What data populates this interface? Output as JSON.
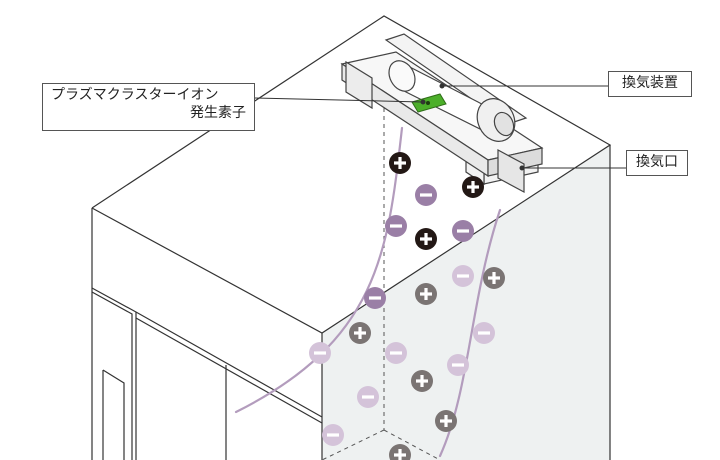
{
  "labels": {
    "plasma_line1": "プラズマクラスターイオン",
    "plasma_line2": "発生素子",
    "ventilation_fan": "換気装置",
    "ventilation_port": "換気口"
  },
  "colors": {
    "positive_dark": "#231815",
    "positive_gray": "#7a7473",
    "negative_purple": "#9a7fa6",
    "negative_light": "#d4c3d9",
    "flow_line": "#b39cbd",
    "element_green": "#4caf2a",
    "box_line": "#333333",
    "glass_face": "#eef1f1"
  },
  "ions": [
    {
      "sign": "plus",
      "tone": "dark"
    },
    {
      "sign": "minus",
      "tone": "purple"
    },
    {
      "sign": "plus",
      "tone": "dark"
    },
    {
      "sign": "minus",
      "tone": "purple"
    },
    {
      "sign": "plus",
      "tone": "dark"
    },
    {
      "sign": "minus",
      "tone": "purple"
    },
    {
      "sign": "minus",
      "tone": "light"
    },
    {
      "sign": "plus",
      "tone": "gray"
    },
    {
      "sign": "plus",
      "tone": "gray"
    },
    {
      "sign": "minus",
      "tone": "purple"
    },
    {
      "sign": "plus",
      "tone": "gray"
    },
    {
      "sign": "minus",
      "tone": "light"
    },
    {
      "sign": "minus",
      "tone": "light"
    },
    {
      "sign": "minus",
      "tone": "light"
    },
    {
      "sign": "minus",
      "tone": "light"
    },
    {
      "sign": "plus",
      "tone": "gray"
    },
    {
      "sign": "minus",
      "tone": "light"
    },
    {
      "sign": "plus",
      "tone": "gray"
    },
    {
      "sign": "minus",
      "tone": "light"
    },
    {
      "sign": "plus",
      "tone": "gray"
    }
  ]
}
